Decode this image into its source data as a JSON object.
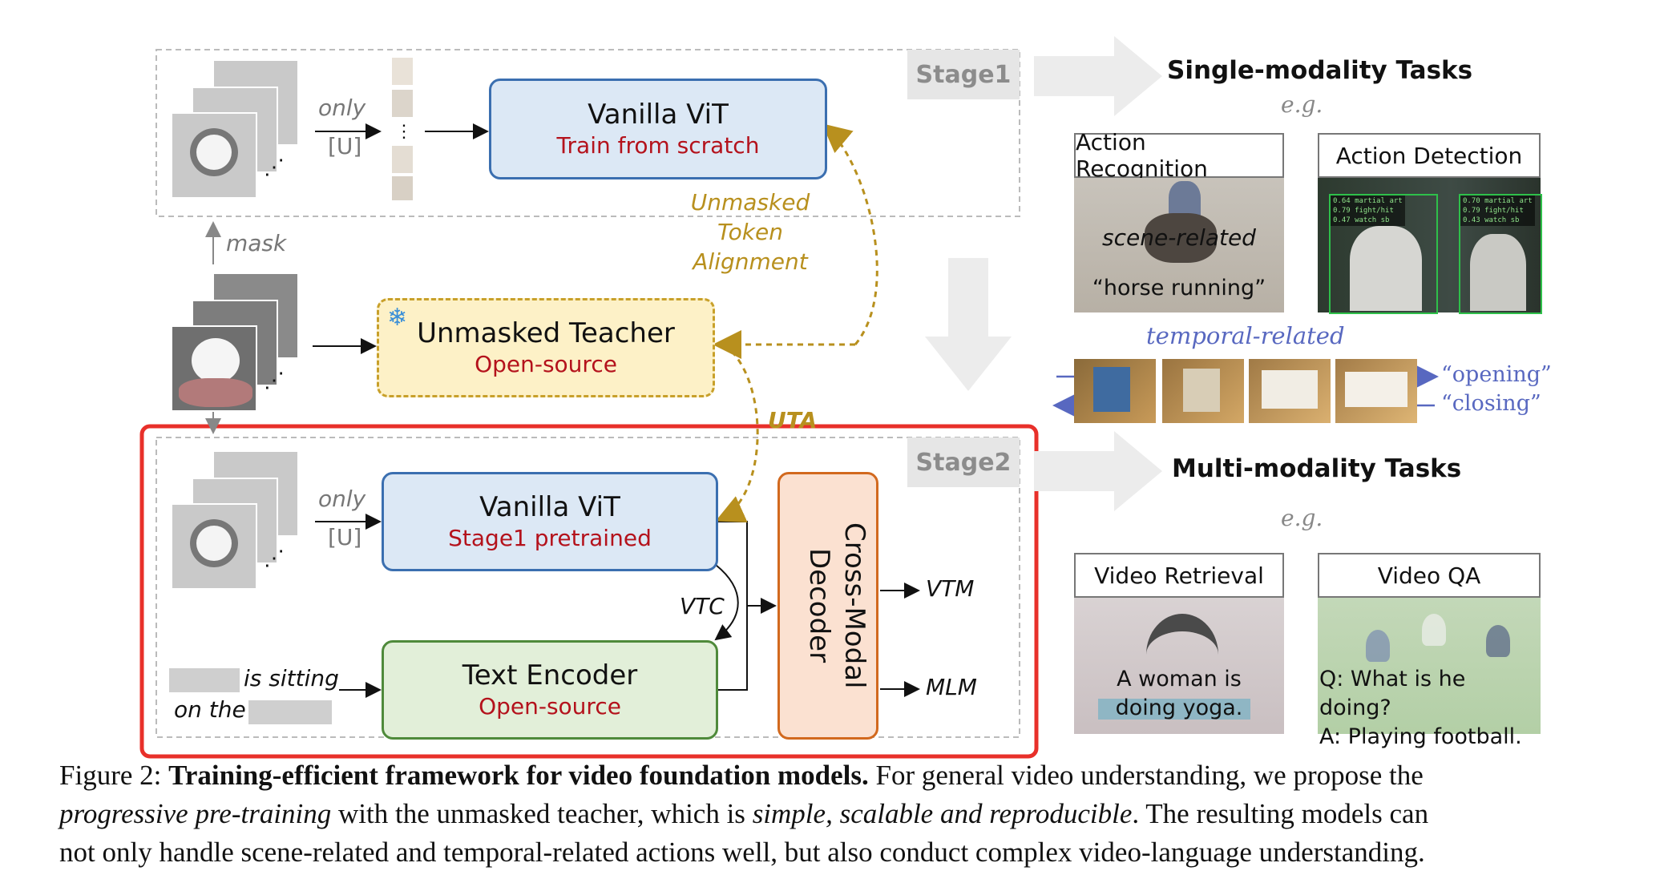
{
  "stage1": {
    "badge": "Stage1",
    "only_label": "only",
    "u_label": "[U]",
    "vit_title": "Vanilla ViT",
    "vit_sub": "Train from scratch"
  },
  "middle": {
    "mask_label": "mask",
    "teacher_title": "Unmasked Teacher",
    "teacher_sub": "Open-source",
    "uta_line1": "Unmasked",
    "uta_line2": "Token",
    "uta_line3": "Alignment",
    "uta_short": "UTA",
    "snowflake": "❄"
  },
  "stage2": {
    "badge": "Stage2",
    "only_label": "only",
    "u_label": "[U]",
    "vit_title": "Vanilla ViT",
    "vit_sub": "Stage1 pretrained",
    "text_enc_title": "Text Encoder",
    "text_enc_sub": "Open-source",
    "decoder_title": "Cross-Modal Decoder",
    "vtc_label": "VTC",
    "vtm_label": "VTM",
    "mlm_label": "MLM",
    "sentence_part1": "is sitting",
    "sentence_part2": "on the"
  },
  "right": {
    "single_title": "Single-modality Tasks",
    "eg1": "e.g.",
    "action_recognition": "Action Recognition",
    "action_detection": "Action Detection",
    "scene_related": "scene-related",
    "horse_running": "“horse running”",
    "temporal_related": "temporal-related",
    "opening": "“opening”",
    "closing": "“closing”",
    "multi_title": "Multi-modality Tasks",
    "eg2": "e.g.",
    "video_retrieval": "Video Retrieval",
    "video_qa": "Video QA",
    "retrieval_caption": "A woman is doing yoga.",
    "qa_q": "Q: What is he doing?",
    "qa_a": "A: Playing football.",
    "det_labels": [
      "0.64  martial art",
      "0.79  fight/hit",
      "0.47  watch sb"
    ],
    "det_labels2": [
      "0.70  martial art",
      "0.79  fight/hit",
      "0.43  watch sb"
    ]
  },
  "caption": {
    "prefix": "Figure 2: ",
    "bold": "Training-efficient framework for video foundation models.",
    "t1": " For general video understanding, we propose the",
    "it1": "progressive pre-training",
    "t2": " with the unmasked teacher, which is ",
    "it2": "simple, scalable and reproducible",
    "t3": ". The resulting models can",
    "line3": "not only handle scene-related and temporal-related actions well, but also conduct complex video-language understanding."
  },
  "colors": {
    "vit_fill": "#dce8f5",
    "vit_border": "#3b6fb0",
    "teacher_fill": "#fdf1c7",
    "teacher_border": "#c8a02a",
    "text_fill": "#e2efd9",
    "text_border": "#4f8a3b",
    "decoder_fill": "#fbe1d1",
    "decoder_border": "#d2691e",
    "red_frame": "#e8302a",
    "uta": "#b8901e",
    "temporal": "#5868c0"
  }
}
